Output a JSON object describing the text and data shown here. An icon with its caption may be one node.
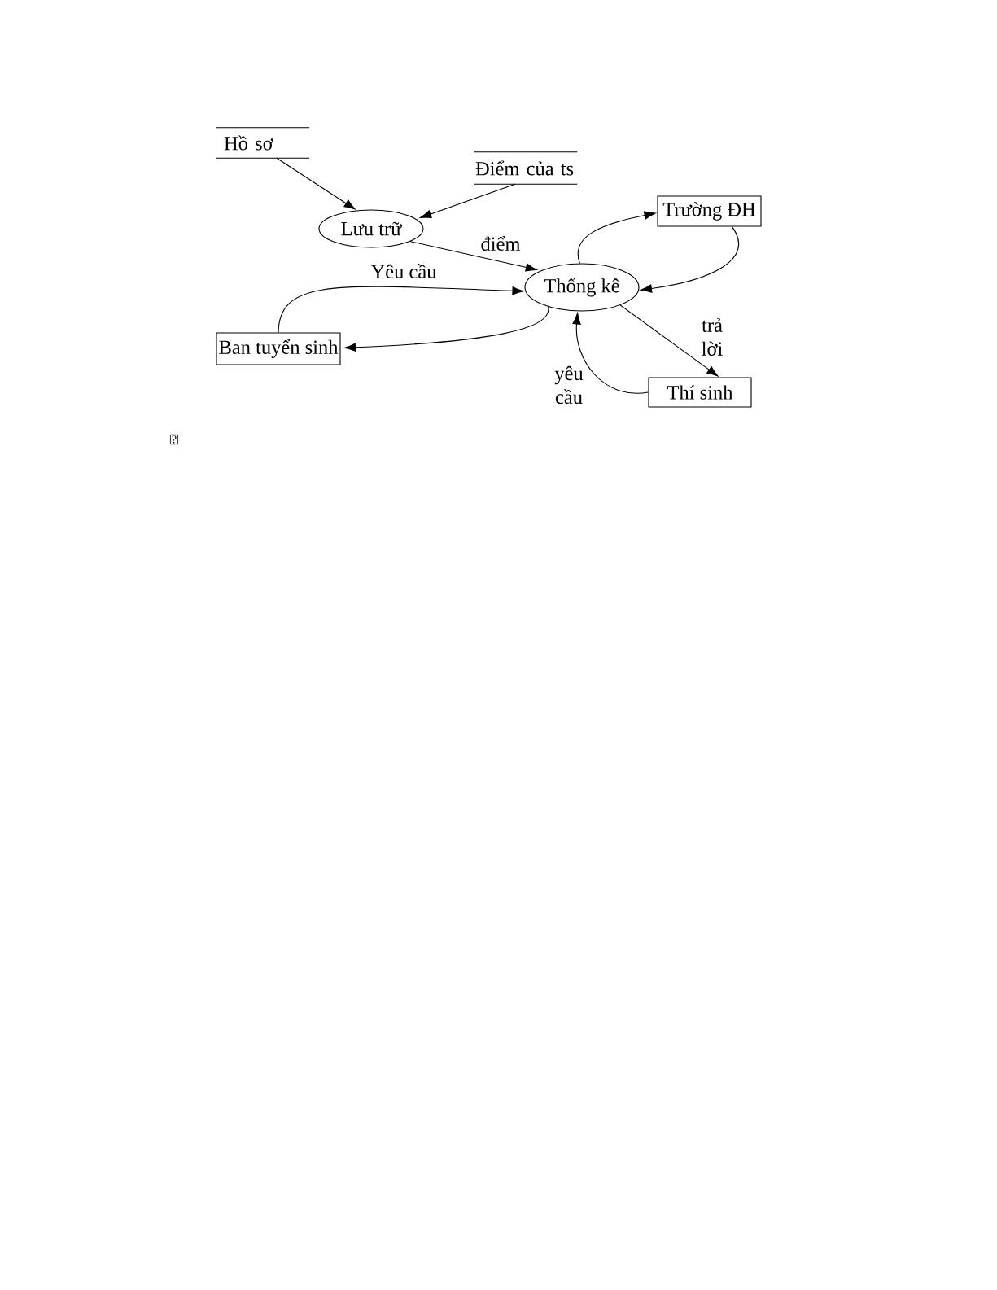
{
  "diagram": {
    "nodes": [
      {
        "text": [
          "Hồ sơ"
        ]
      },
      {
        "text": [
          "Điểm của ts"
        ]
      },
      {
        "text": [
          "Trường ĐH"
        ]
      },
      {
        "text": [
          "Lưu trữ"
        ]
      },
      {
        "text": [
          "Thống kê"
        ]
      },
      {
        "text": [
          "Ban tuyển sinh"
        ]
      },
      {
        "text": [
          "Thí sinh"
        ]
      }
    ],
    "edges": [
      {
        "from": 0,
        "to": 3,
        "arrow": "to"
      },
      {
        "from": 1,
        "to": 3,
        "arrow": "to"
      },
      {
        "from": 3,
        "to": 4,
        "arrow": "to",
        "label": "điểm"
      },
      {
        "from": 5,
        "to": 4,
        "arrow": "to",
        "label": "Yêu cầu"
      },
      {
        "from": 4,
        "to": 5,
        "arrow": "to"
      },
      {
        "from": 4,
        "to": 2,
        "arrow": "to"
      },
      {
        "from": 2,
        "to": 4,
        "arrow": "to"
      },
      {
        "from": 4,
        "to": 6,
        "arrow": "to",
        "label": "trả lời"
      },
      {
        "from": 6,
        "to": 4,
        "arrow": "to",
        "label": "yêu cầu"
      }
    ],
    "labels": [
      "?"
    ]
  }
}
